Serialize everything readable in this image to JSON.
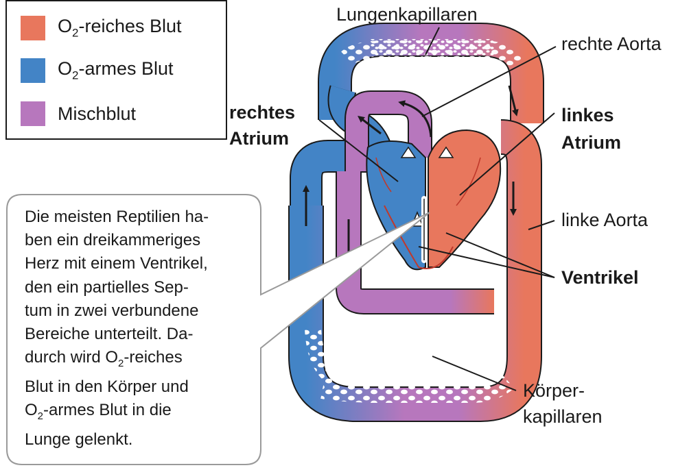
{
  "legend": {
    "items": [
      {
        "key": "oxygen_rich",
        "prefix": "O",
        "sub": "2",
        "suffix": "-reiches Blut",
        "color": "#e8775d"
      },
      {
        "key": "oxygen_poor",
        "prefix": "O",
        "sub": "2",
        "suffix": "-armes Blut",
        "color": "#4384c6"
      },
      {
        "key": "mixed",
        "prefix": "",
        "sub": "",
        "suffix": "Mischblut",
        "color": "#b777bd"
      }
    ]
  },
  "labels": {
    "lung_capillaries": "Lungenkapillaren",
    "right_aorta": "rechte Aorta",
    "right_atrium_line1": "rechtes",
    "right_atrium_line2": "Atrium",
    "left_atrium_line1": "linkes",
    "left_atrium_line2": "Atrium",
    "left_aorta": "linke Aorta",
    "ventricle": "Ventrikel",
    "body_capillaries_line1": "Körper-",
    "body_capillaries_line2": "kapillaren"
  },
  "callout": {
    "lines": [
      {
        "text": "Die meisten Reptilien ha-"
      },
      {
        "text": "ben ein dreikammeriges"
      },
      {
        "text": "Herz mit einem Ventrikel,"
      },
      {
        "text": "den ein partielles Sep-"
      },
      {
        "text": "tum in zwei verbundene"
      },
      {
        "text": "Bereiche unterteilt. Da-"
      },
      {
        "pre": "durch wird O",
        "sub": "2",
        "post": "-reiches"
      },
      {
        "text": "Blut in den Körper und"
      },
      {
        "pre": "O",
        "sub": "2",
        "post": "-armes Blut in die"
      },
      {
        "text": "Lunge gelenkt."
      }
    ]
  },
  "colors": {
    "oxygen_rich": "#e8775d",
    "oxygen_poor": "#4384c6",
    "mixed": "#b777bd",
    "outline": "#1a1a1a",
    "heart_line": "#c0392b"
  }
}
